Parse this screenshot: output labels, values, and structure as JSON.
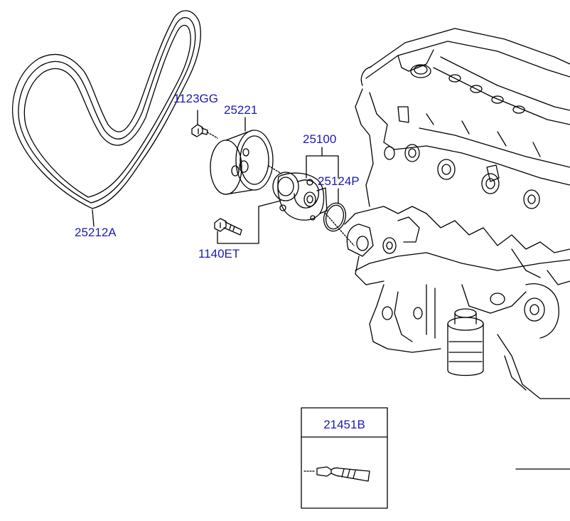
{
  "diagram": {
    "callouts": {
      "belt": "25212A",
      "belt_bolt": "1123GG",
      "pulley": "25221",
      "pump": "25100",
      "gasket": "25124P",
      "pump_bolt": "1140ET"
    },
    "sealant_box": {
      "label": "21451B"
    },
    "colors": {
      "callout_text": "#1a1ab8",
      "line_art": "#000000",
      "background": "#ffffff"
    }
  }
}
